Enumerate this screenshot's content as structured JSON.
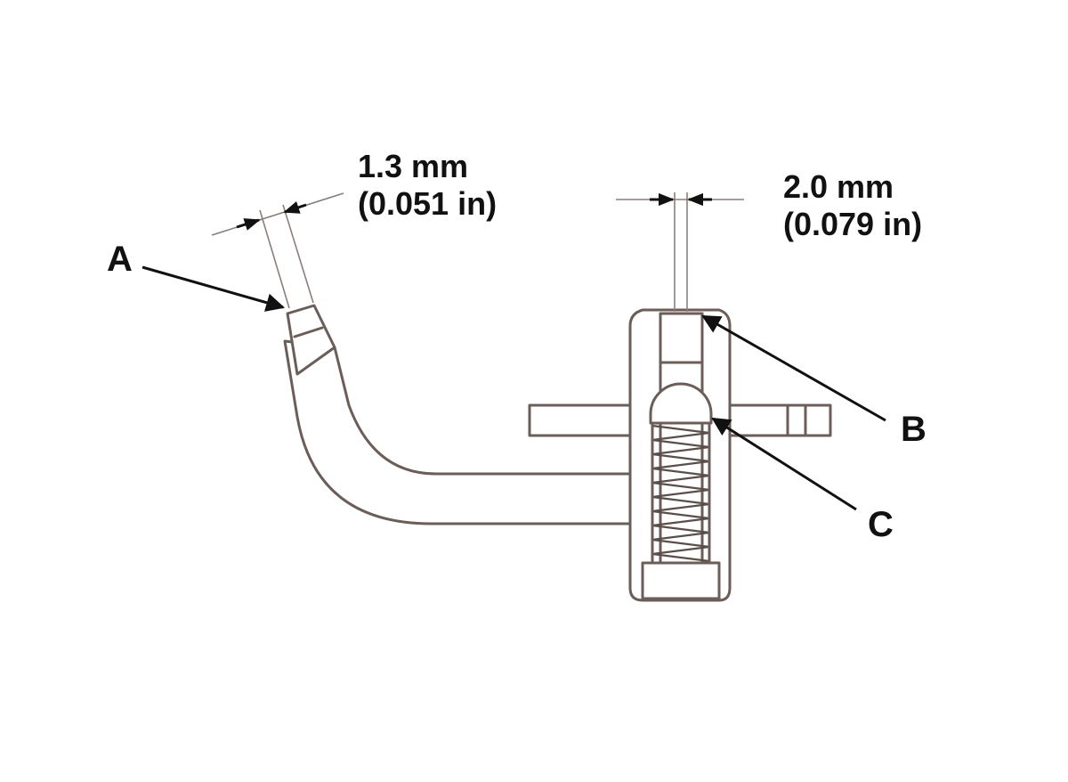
{
  "callouts": {
    "a": "A",
    "b": "B",
    "c": "C"
  },
  "dimensions": {
    "left": {
      "metric": "1.3 mm",
      "imperial": "(0.051 in)"
    },
    "right": {
      "metric": "2.0 mm",
      "imperial": "(0.079 in)"
    }
  },
  "colors": {
    "outline": "#6b5e59",
    "label": "#111111"
  }
}
